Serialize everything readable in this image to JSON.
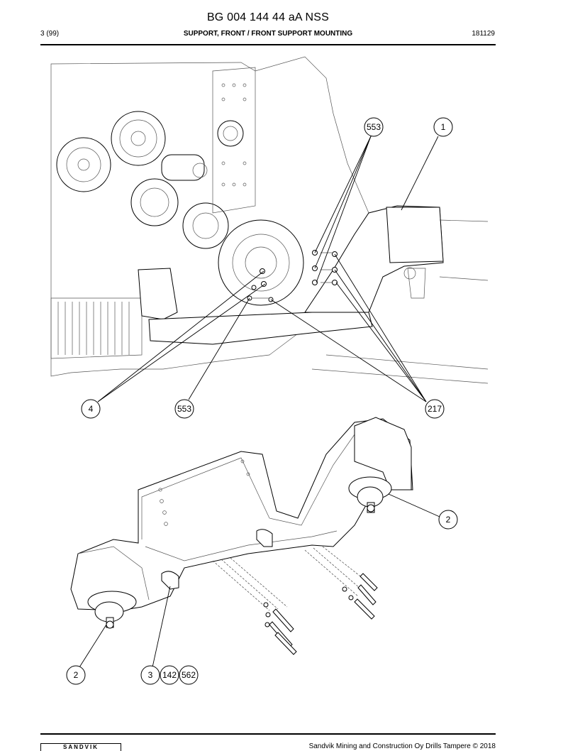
{
  "header": {
    "doc_id": "BG 004 144 44 aA NSS",
    "page": "3 (99)",
    "title": "SUPPORT, FRONT / FRONT SUPPORT MOUNTING",
    "date": "181129"
  },
  "callouts": {
    "c553a": "553",
    "c1": "1",
    "c4": "4",
    "c553b": "553",
    "c217": "217",
    "c2a": "2",
    "c2b": "2",
    "c3": "3",
    "c142": "142",
    "c562": "562"
  },
  "footer": {
    "logo": "SANDVIK",
    "copyright": "Sandvik Mining and Construction Oy Drills Tampere © 2018"
  }
}
